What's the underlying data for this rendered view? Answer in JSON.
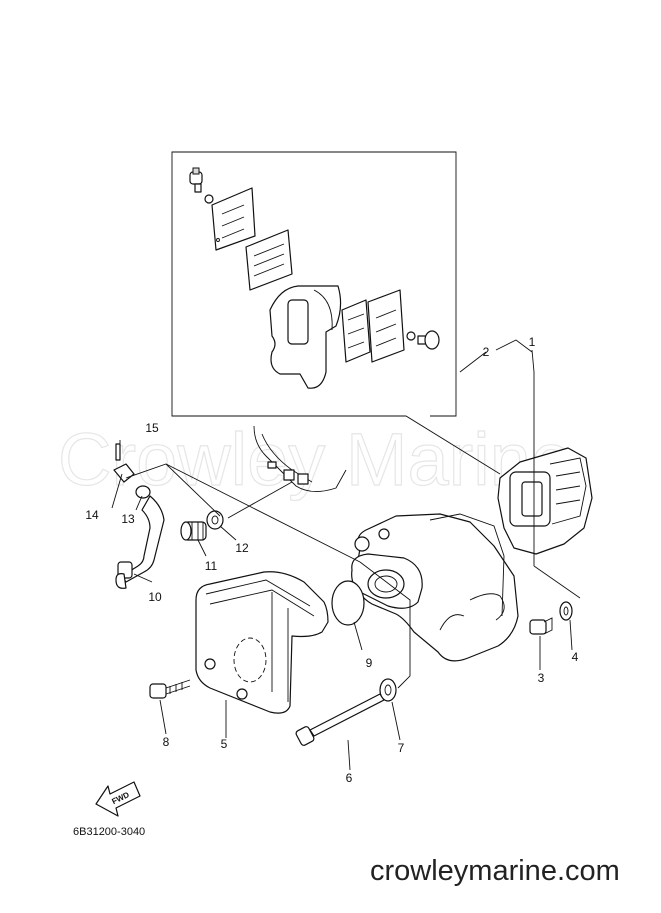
{
  "diagram": {
    "watermark": "Crowley Marine",
    "diagram_code": "6B31200-3040",
    "fwd_label": "FWD",
    "site_label": "crowleymarine.com",
    "callouts": {
      "c1": "1",
      "c2": "2",
      "c3": "3",
      "c4": "4",
      "c5": "5",
      "c6": "6",
      "c7": "7",
      "c8": "8",
      "c9": "9",
      "c10": "10",
      "c11": "11",
      "c12": "12",
      "c13": "13",
      "c14": "14",
      "c15": "15"
    }
  }
}
